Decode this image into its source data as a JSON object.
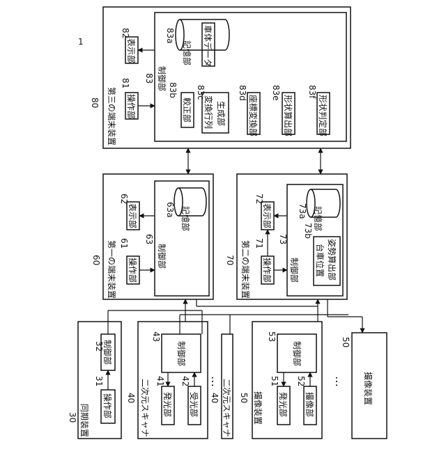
{
  "figure": {
    "system_ref": "1",
    "sync_device": {
      "ref": "30",
      "title": "同期装置"
    },
    "operation_unit_31": {
      "ref": "31",
      "label": "操作部"
    },
    "control_unit_32": {
      "ref": "32",
      "label": "制御部"
    },
    "scanner_a": {
      "ref": "40",
      "title": "二次元スキャナ"
    },
    "light_emitter_41": {
      "ref": "41",
      "label": "発光部"
    },
    "light_receiver_42": {
      "ref": "42",
      "label": "受光部"
    },
    "control_unit_43": {
      "ref": "43",
      "label": "制御部"
    },
    "scanner_b": {
      "ref": "40",
      "title": "二次元スキャナ"
    },
    "camera_a": {
      "ref": "50",
      "title": "撮像装置"
    },
    "light_emitter_51": {
      "ref": "51",
      "label": "発光部"
    },
    "imaging_unit_52": {
      "ref": "52",
      "label": "撮像部"
    },
    "control_unit_53": {
      "ref": "53",
      "label": "制御部"
    },
    "camera_b": {
      "ref": "50",
      "title": "撮像装置"
    },
    "ellipsis": "…",
    "terminal_60": {
      "ref": "60",
      "title": "第一の端末装置"
    },
    "operation_unit_61": {
      "ref": "61",
      "label": "操作部"
    },
    "display_unit_62": {
      "ref": "62",
      "label": "表示部"
    },
    "control_unit_63": {
      "ref": "63",
      "label": "制御部"
    },
    "storage_63a": {
      "ref": "63a",
      "label": "記憶部"
    },
    "terminal_70": {
      "ref": "70",
      "title": "第二の端末装置"
    },
    "operation_unit_71": {
      "ref": "71",
      "label": "操作部"
    },
    "display_unit_72": {
      "ref": "72",
      "label": "表示部"
    },
    "control_unit_73": {
      "ref": "73",
      "label": "制御部"
    },
    "storage_73a": {
      "ref": "73a",
      "label": "記憶部"
    },
    "calc_73b": {
      "ref": "73b",
      "label_line1": "台車位置",
      "label_line2": "姿勢算出部"
    },
    "terminal_80": {
      "ref": "80",
      "title": "第三の端末装置"
    },
    "operation_unit_81": {
      "ref": "81",
      "label": "操作部"
    },
    "display_unit_82": {
      "ref": "82",
      "label": "表示部"
    },
    "control_unit_83": {
      "ref": "83",
      "label": "制御部"
    },
    "storage_83a": {
      "ref": "83a",
      "label": "記憶部",
      "data_label": "車体データ"
    },
    "unit_83b": {
      "ref": "83b",
      "label": "較正部"
    },
    "unit_83c": {
      "ref": "83c",
      "label_line1": "変換行列",
      "label_line2": "生成部"
    },
    "unit_83d": {
      "ref": "83d",
      "label": "座標変換部"
    },
    "unit_83e": {
      "ref": "83e",
      "label": "形状算出部"
    },
    "unit_83f": {
      "ref": "83f",
      "label": "形状判定部"
    }
  }
}
